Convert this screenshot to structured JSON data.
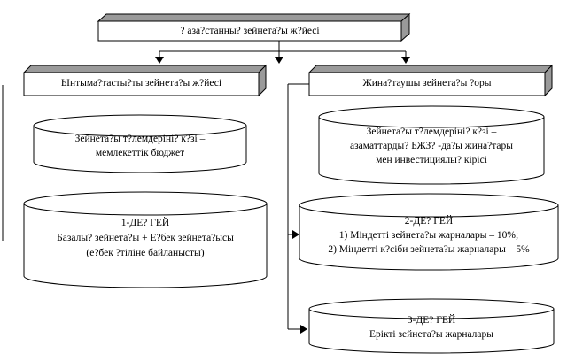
{
  "top_box": {
    "label": "? аза?станны? зейнета?ы ж?йесі"
  },
  "left_box": {
    "label": "Ынтыма?тасты?ты зейнета?ы ж?йесі"
  },
  "right_box": {
    "label": "Жина?таушы зейнета?ы ?оры"
  },
  "left_cyl1": {
    "line1": "Зейнета?ы т?лемдеріні? к?зі –",
    "line2": "мемлекеттік бюджет"
  },
  "left_cyl2": {
    "line1": "1-ДЕ? ГЕЙ",
    "line2": "Базалы? зейнета?ы + Е?бек зейнета?ысы",
    "line3": "(е?бек ?тіліне байланысты)"
  },
  "right_cyl1": {
    "line1": "Зейнета?ы т?лемдеріні? к?зі –",
    "line2": "азаматтарды? БЖЗ? -да?ы жина?тары",
    "line3": "мен инвестициялы? кірісі"
  },
  "right_cyl2": {
    "line1": "2-ДЕ? ГЕЙ",
    "line2": "1) Міндетті зейнета?ы жарналары – 10%;",
    "line3": "2) Міндетті к?сіби зейнета?ы жарналары – 5%"
  },
  "right_cyl3": {
    "line1": "3-ДЕ? ГЕЙ",
    "line2": "Ерікті зейнета?ы жарналары"
  }
}
